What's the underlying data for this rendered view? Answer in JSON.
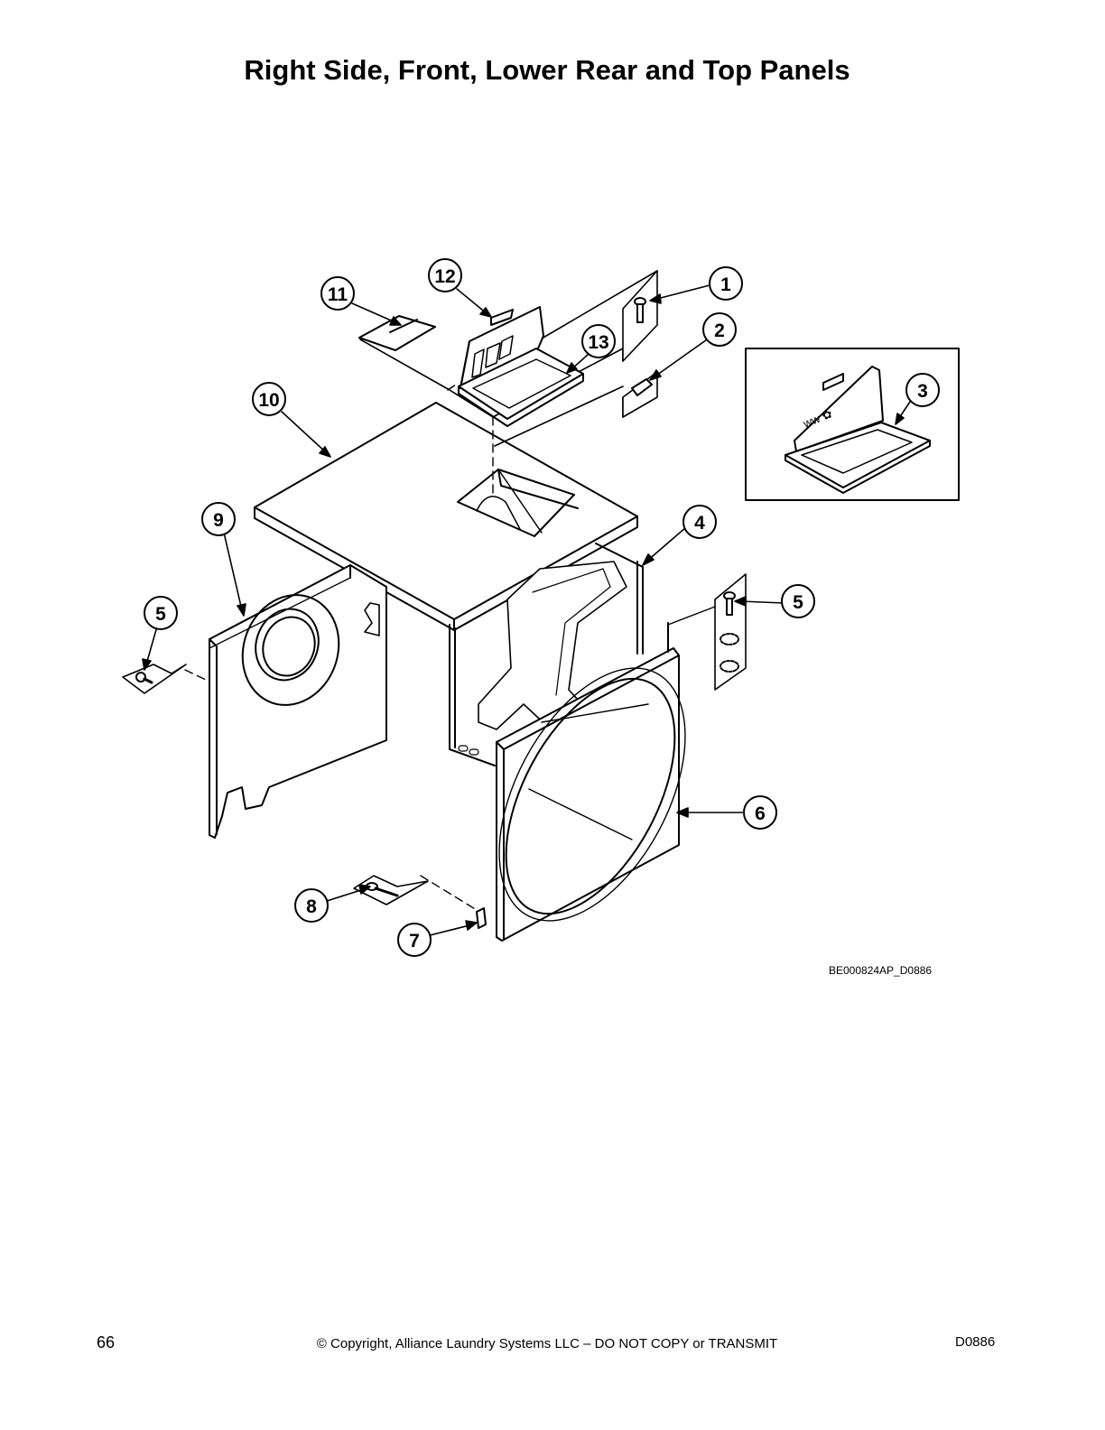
{
  "title": "Right Side, Front, Lower Rear and Top Panels",
  "callouts": [
    "1",
    "2",
    "3",
    "4",
    "5",
    "5",
    "6",
    "7",
    "8",
    "9",
    "10",
    "11",
    "12",
    "13"
  ],
  "drawing_id": "BE000824AP_D0886",
  "footer": {
    "page_number": "66",
    "copyright": "© Copyright, Alliance Laundry Systems LLC – DO NOT COPY or TRANSMIT",
    "doc_code": "D0886"
  }
}
